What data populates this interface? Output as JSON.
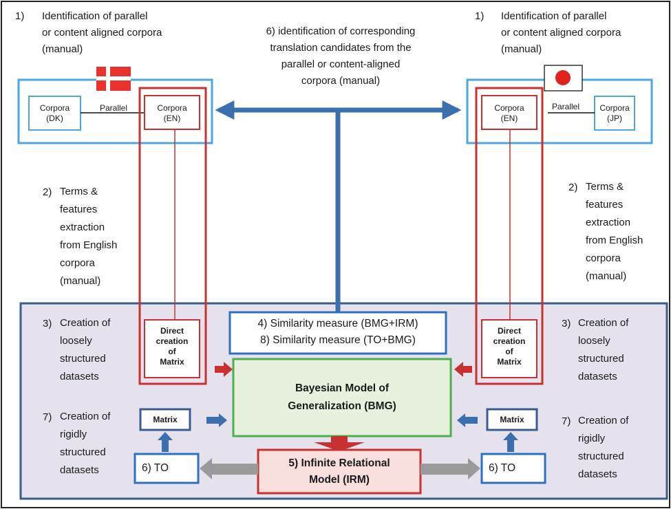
{
  "left": {
    "step1_num": "1)",
    "step1_lines": [
      "Identification of parallel",
      "or content aligned corpora",
      "(manual)"
    ],
    "corpora_dk": [
      "Corpora",
      "(DK)"
    ],
    "parallel": "Parallel",
    "corpora_en": [
      "Corpora",
      "(EN)"
    ],
    "step2_num": "2)",
    "step2_lines": [
      "Terms &",
      "features",
      "extraction",
      "from English",
      "corpora",
      "(manual)"
    ],
    "step3_num": "3)",
    "step3_lines": [
      "Creation of",
      "loosely",
      "structured",
      "datasets"
    ],
    "direct": [
      "Direct",
      "creation",
      "of",
      "Matrix"
    ],
    "step7_num": "7)",
    "step7_lines": [
      "Creation of",
      "rigidly",
      "structured",
      "datasets"
    ],
    "matrix": "Matrix",
    "to": "6)    TO"
  },
  "right": {
    "step1_num": "1)",
    "step1_lines": [
      "Identification of parallel",
      "or content aligned corpora",
      "(manual)"
    ],
    "corpora_en": [
      "Corpora",
      "(EN)"
    ],
    "parallel": "Parallel",
    "corpora_jp": [
      "Corpora",
      "(JP)"
    ],
    "step2_num": "2)",
    "step2_lines": [
      "Terms &",
      "features",
      "extraction",
      "from English",
      "corpora",
      "(manual)"
    ],
    "step3_num": "3)",
    "step3_lines": [
      "Creation of",
      "loosely",
      "structured",
      "datasets"
    ],
    "direct": [
      "Direct",
      "creation",
      "of",
      "Matrix"
    ],
    "step7_num": "7)",
    "step7_lines": [
      "Creation of",
      "rigidly",
      "structured",
      "datasets"
    ],
    "matrix": "Matrix",
    "to": "6)    TO"
  },
  "center": {
    "step6_lines": [
      "6) identification of corresponding",
      "translation candidates from the",
      "parallel or content-aligned",
      "corpora     (manual)"
    ],
    "similarity1": "4) Similarity measure (BMG+IRM)",
    "similarity2": "8) Similarity measure (TO+BMG)",
    "bmg_lines": [
      "Bayesian Model of",
      "Generalization (BMG)"
    ],
    "irm_lines": [
      "5) Infinite Relational",
      "Model (IRM)"
    ]
  },
  "colors": {
    "light_blue": "#4fa6dd",
    "mid_blue": "#3d6fae",
    "dark_blue": "#3b5a8f",
    "red": "#c8312f",
    "green": "#4cae4c",
    "gray": "#9a9a9a",
    "panel_bg": "#e5e2ee"
  }
}
